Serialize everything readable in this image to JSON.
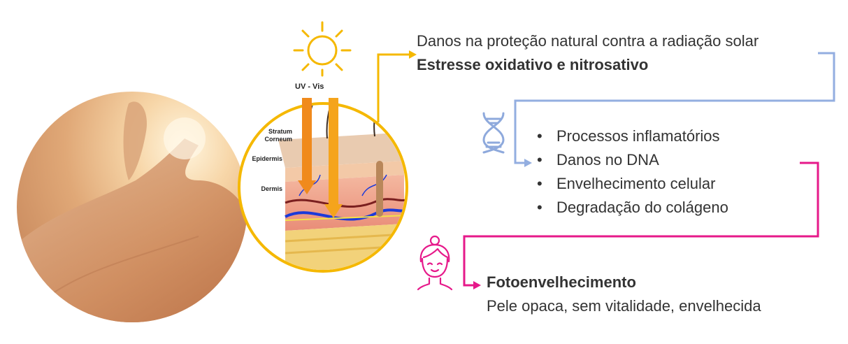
{
  "skin_diagram": {
    "radiation_label": "UV - Vis",
    "layers": {
      "stratum_line1": "Stratum",
      "stratum_line2": "Corneum",
      "epidermis": "Epidermis",
      "dermis": "Dermis"
    }
  },
  "step1": {
    "line1": "Danos na proteção natural contra a radiação solar",
    "line2": "Estresse oxidativo e nitrosativo"
  },
  "step2": {
    "items": [
      "Processos inflamatórios",
      "Danos no DNA",
      "Envelhecimento celular",
      "Degradação do colágeno"
    ]
  },
  "step3": {
    "title": "Fotoenvelhecimento",
    "description": "Pele opaca, sem vitalidade, envelhecida"
  },
  "icons": {
    "sun": "sun-icon",
    "dna": "dna-icon",
    "face": "woman-face-icon"
  },
  "colors": {
    "yellow_arrow": "#f5b800",
    "blue_arrow": "#93aee0",
    "magenta_arrow": "#e6198a",
    "uv_beam": "#f08a1c"
  }
}
